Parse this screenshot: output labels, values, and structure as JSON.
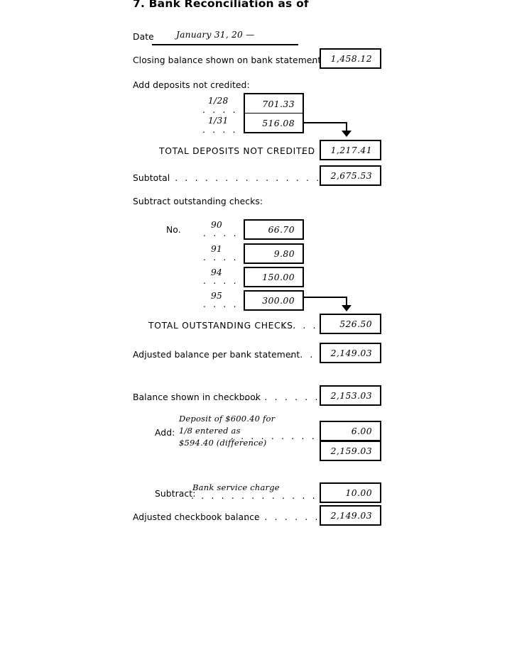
{
  "form": {
    "title": "7. Bank Reconciliation as of",
    "date_label": "Date",
    "date_value": "January 31, 20 —"
  },
  "bank_side": {
    "closing_balance_label": "Closing balance shown on bank statement",
    "closing_balance_leader": ". .",
    "closing_balance_value": "1,458.12",
    "add_deposits_label": "Add deposits not credited:",
    "deposits": [
      {
        "leader": ". . . . .",
        "date": "1/28",
        "amount": "701.33"
      },
      {
        "leader": ". . . . .",
        "date": "1/31",
        "amount": "516.08"
      }
    ],
    "total_deposits_label": "TOTAL DEPOSITS NOT CREDITED",
    "total_deposits_leader": ". .",
    "total_deposits_value": "1,217.41",
    "subtotal_label": "Subtotal",
    "subtotal_leader": ". . . . . . . . . . . . . . . . . .",
    "subtotal_value": "2,675.53",
    "subtract_checks_label": "Subtract outstanding checks:",
    "no_label": "No.",
    "checks": [
      {
        "leader": ". . . . . . .",
        "number": "90",
        "amount": "66.70"
      },
      {
        "leader": ". . . . . . .",
        "number": "91",
        "amount": "9.80"
      },
      {
        "leader": ". . . . . . .",
        "number": "94",
        "amount": "150.00"
      },
      {
        "leader": ". . . . . . .",
        "number": "95",
        "amount": "300.00"
      }
    ],
    "total_checks_label": "TOTAL OUTSTANDING CHECKS",
    "total_checks_leader": ". . . . .",
    "total_checks_value": "526.50",
    "adjusted_bank_label": "Adjusted balance per bank statement",
    "adjusted_bank_leader": ". . . .",
    "adjusted_bank_value": "2,149.03"
  },
  "book_side": {
    "checkbook_balance_label": "Balance shown in checkbook",
    "checkbook_balance_leader": ". . . . . . . . .",
    "checkbook_balance_value": "2,153.03",
    "add_label": "Add:",
    "add_note_line1": "Deposit of $600.40 for",
    "add_note_line2": "1/8 entered as",
    "add_note_line3": "$594.40 (difference)",
    "add_leader": ". . . . . . . . . . .",
    "add_value": "6.00",
    "add_result_value": "2,159.03",
    "subtract_label": "Subtract:",
    "subtract_note": "Bank service charge",
    "subtract_leader": ". . . . . . . . . . . . . . . . .",
    "subtract_value": "10.00",
    "adjusted_checkbook_label": "Adjusted checkbook balance",
    "adjusted_checkbook_leader": ". . . . . . . . .",
    "adjusted_checkbook_value": "2,149.03"
  },
  "colors": {
    "ink": "#000000",
    "paper": "#ffffff"
  }
}
